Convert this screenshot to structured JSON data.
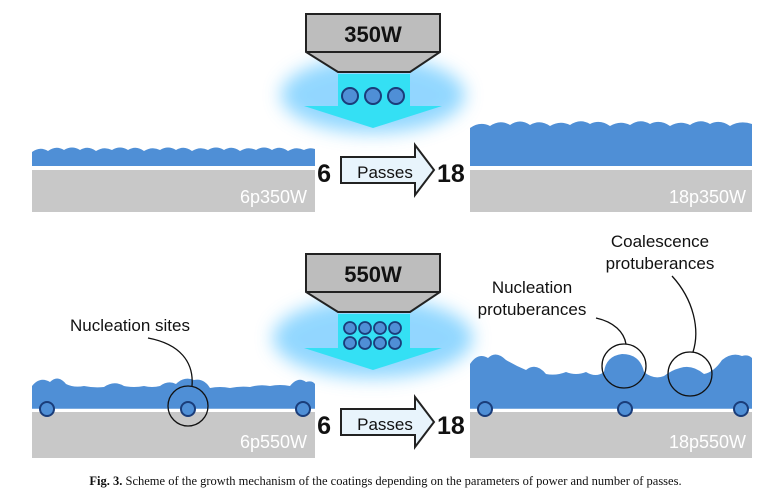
{
  "top_row": {
    "power_label": "350W",
    "left_sample": "6p350W",
    "right_sample": "18p350W",
    "passes_from": "6",
    "passes_label": "Passes",
    "passes_to": "18"
  },
  "bottom_row": {
    "power_label": "550W",
    "left_sample": "6p550W",
    "right_sample": "18p550W",
    "passes_from": "6",
    "passes_label": "Passes",
    "passes_to": "18",
    "annotations": {
      "nucleation_sites": "Nucleation sites",
      "nucleation_protuberances_line1": "Nucleation",
      "nucleation_protuberances_line2": "protuberances",
      "coalescence_protuberances_line1": "Coalescence",
      "coalescence_protuberances_line2": "protuberances"
    }
  },
  "caption": {
    "label": "Fig. 3.",
    "text": " Scheme of the growth mechanism of the coatings depending on the parameters of power and number of passes."
  },
  "colors": {
    "coating_blue": "#4f8fd6",
    "substrate_gray": "#c8c8c8",
    "torch_gray": "#bdbdbd",
    "plasma_cyan": "#34e0f4",
    "glow_blue": "#9fdcff"
  }
}
